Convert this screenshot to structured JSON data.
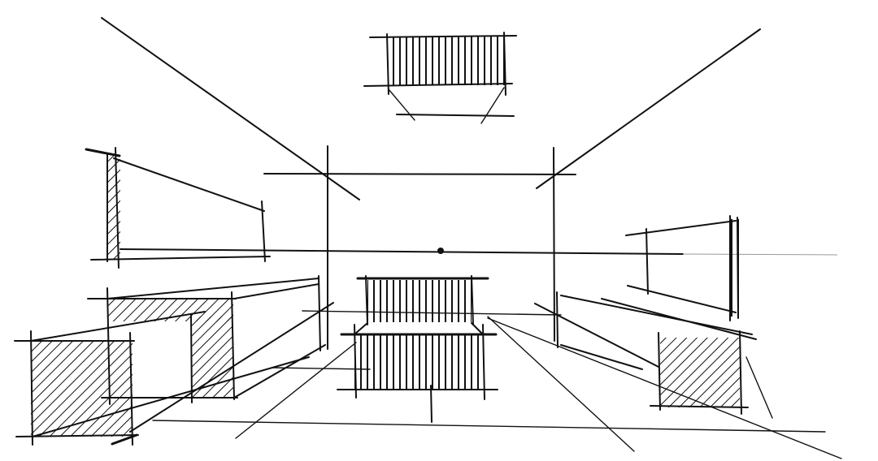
{
  "canvas": {
    "background": "#ffffff",
    "ink": "#111111"
  },
  "drawing": {
    "type": "one-point perspective sketch",
    "objects": [
      "ceiling-block",
      "left-wall-panel",
      "right-wall-panel",
      "left-box-near",
      "left-box-far",
      "center-box-near",
      "center-box-far",
      "right-box"
    ]
  }
}
